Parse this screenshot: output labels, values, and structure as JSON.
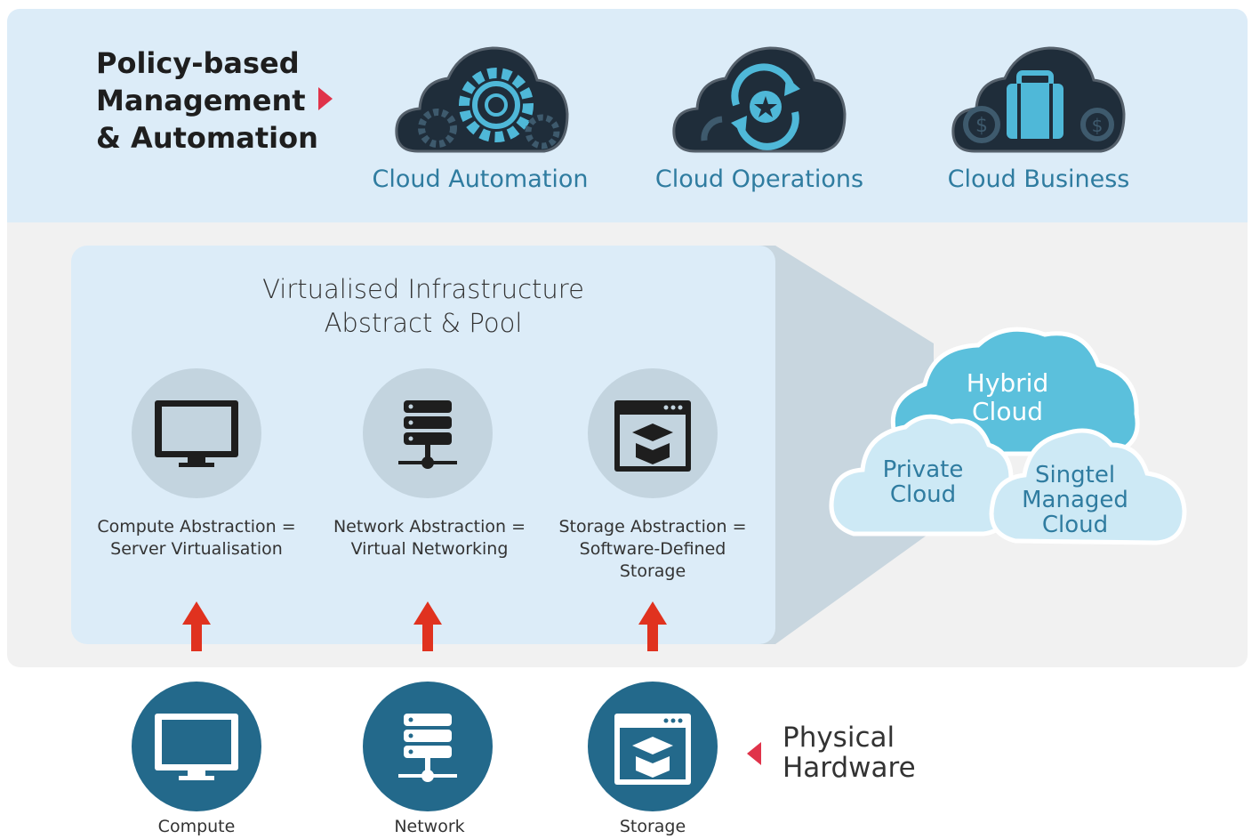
{
  "header": {
    "title_lines": [
      "Policy-based",
      "Management",
      "& Automation"
    ]
  },
  "management_clouds": [
    {
      "label": "Cloud Automation",
      "icon": "gears-icon"
    },
    {
      "label": "Cloud Operations",
      "icon": "cycle-star-icon"
    },
    {
      "label": "Cloud Business",
      "icon": "briefcase-dollar-icon"
    }
  ],
  "virtualised": {
    "title_lines": [
      "Virtualised Infrastructure",
      "Abstract & Pool"
    ],
    "items": [
      {
        "lines": [
          "Compute Abstraction =",
          "Server Virtualisation"
        ],
        "icon": "monitor-icon"
      },
      {
        "lines": [
          "Network Abstraction =",
          "Virtual Networking"
        ],
        "icon": "server-network-icon"
      },
      {
        "lines": [
          "Storage Abstraction =",
          "Software-Defined",
          "Storage"
        ],
        "icon": "storage-box-icon"
      }
    ]
  },
  "hybrid": {
    "main_lines": [
      "Hybrid",
      "Cloud"
    ],
    "private_lines": [
      "Private",
      "Cloud"
    ],
    "managed_lines": [
      "Singtel",
      "Managed",
      "Cloud"
    ]
  },
  "physical": {
    "label_lines": [
      "Physical",
      "Hardware"
    ],
    "items": [
      {
        "label": "Compute",
        "icon": "monitor-icon"
      },
      {
        "label": "Network",
        "icon": "server-network-icon"
      },
      {
        "label": "Storage",
        "icon": "storage-box-icon"
      }
    ]
  },
  "colors": {
    "band_light_blue": "#dcecf8",
    "band_grey": "#f1f1f1",
    "accent_blue": "#2f7ca0",
    "hardware_blue": "#23698b",
    "hybrid_cloud": "#5bc0dc",
    "red_arrow": "#e0321f",
    "cloud_dark": "#1f2d3a"
  }
}
